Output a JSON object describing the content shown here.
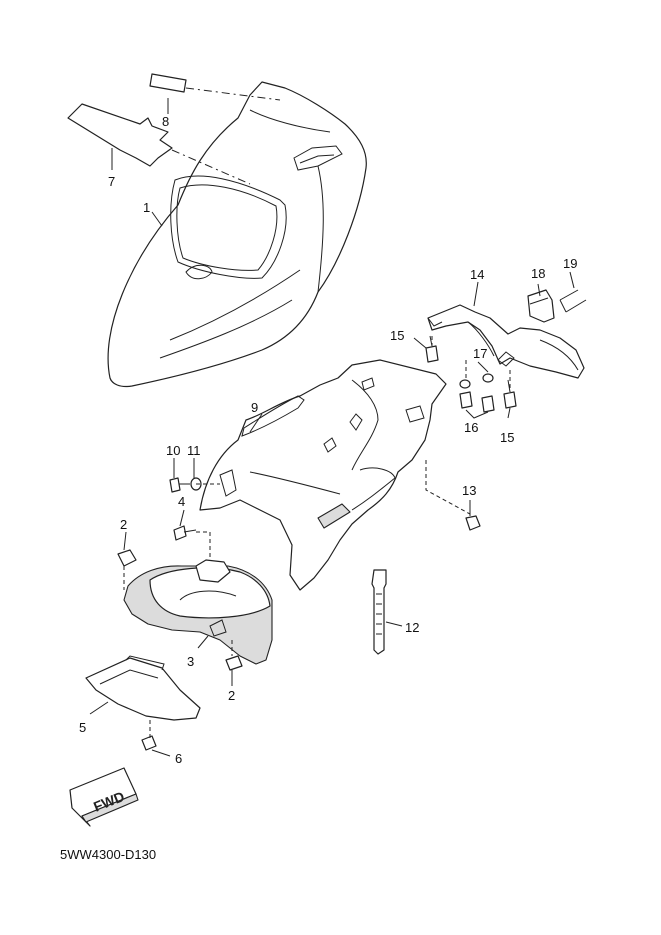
{
  "diagram": {
    "code": "5WW4300-D130",
    "direction_label": "FWD",
    "callouts": {
      "c1": "1",
      "c2a": "2",
      "c2b": "2",
      "c3": "3",
      "c4": "4",
      "c5": "5",
      "c6": "6",
      "c7": "7",
      "c8": "8",
      "c9": "9",
      "c10": "10",
      "c11": "11",
      "c12": "12",
      "c13": "13",
      "c14": "14",
      "c15a": "15",
      "c15b": "15",
      "c16": "16",
      "c17": "17",
      "c18": "18",
      "c19": "19"
    }
  }
}
